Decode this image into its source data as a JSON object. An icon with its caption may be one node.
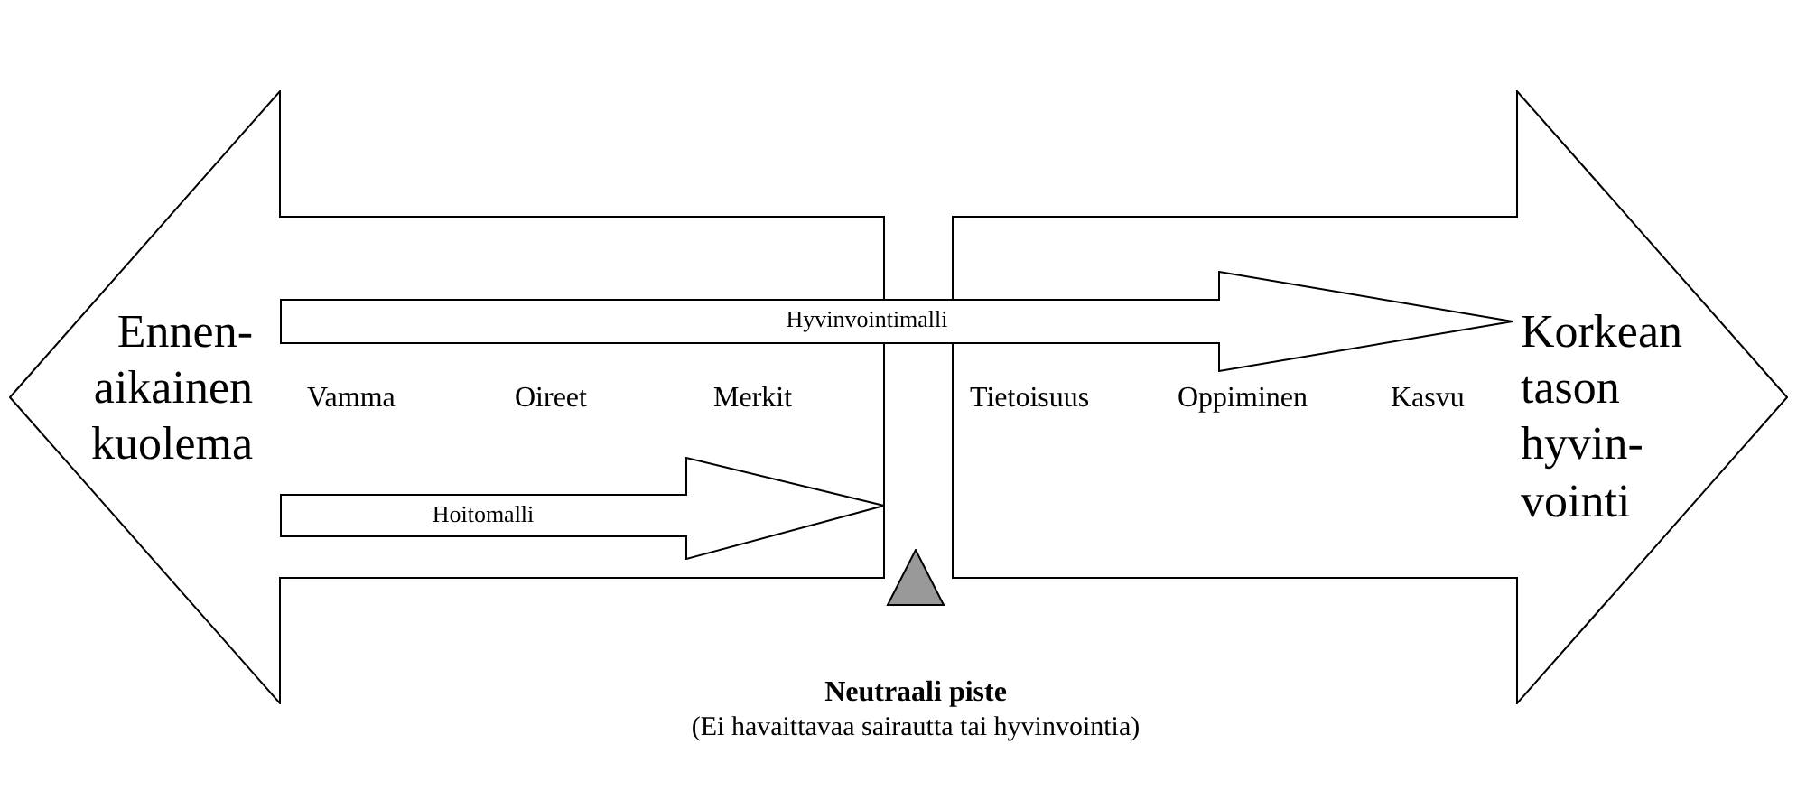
{
  "diagram": {
    "nodes": [
      {
        "text": [
          "Ennen- aikainen kuolema"
        ]
      },
      {
        "text": [
          "Korkean tason hyvin- vointi"
        ]
      },
      {
        "text": [
          "Hyvinvointimalli"
        ]
      },
      {
        "text": [
          "Hoitomalli"
        ],
        "in": 0
      },
      {
        "text": [],
        "shape": "triangle",
        "beside": [
          "Neutraali piste",
          "(Ei havaittavaa sairautta tai hyvinvointia)"
        ]
      }
    ],
    "edges": [],
    "labels": [
      "Vamma",
      "Oireet",
      "Merkit",
      "Tietoisuus",
      "Oppiminen",
      "Kasvu"
    ]
  }
}
